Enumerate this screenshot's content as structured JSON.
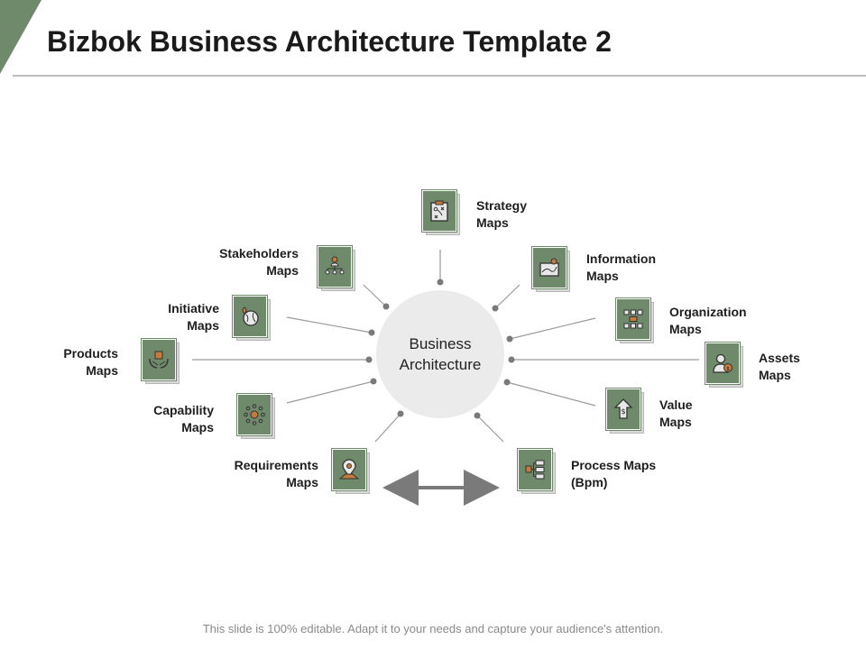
{
  "slide": {
    "title": "Bizbok Business Architecture Template 2",
    "footer": "This slide is 100% editable. Adapt it to your needs and capture your audience's attention.",
    "accent_color": "#6f8a6b",
    "hub_color": "#ebebeb",
    "connector_color": "#8c8c8c"
  },
  "hub": {
    "label": "Business\nArchitecture"
  },
  "nodes": [
    {
      "id": "strategy",
      "label": "Strategy\nMaps",
      "icon": "clipboard-strategy-icon"
    },
    {
      "id": "information",
      "label": "Information\nMaps",
      "icon": "map-pin-icon"
    },
    {
      "id": "organization",
      "label": "Organization\nMaps",
      "icon": "org-chart-icon"
    },
    {
      "id": "assets",
      "label": "Assets\nMaps",
      "icon": "person-dollar-icon"
    },
    {
      "id": "value",
      "label": "Value\nMaps",
      "icon": "dollar-phone-icon"
    },
    {
      "id": "process",
      "label": "Process Maps\n(Bpm)",
      "icon": "process-flow-icon"
    },
    {
      "id": "requirements",
      "label": "Requirements\nMaps",
      "icon": "location-pin-icon"
    },
    {
      "id": "capability",
      "label": "Capability\nMaps",
      "icon": "network-person-icon"
    },
    {
      "id": "products",
      "label": "Products\nMaps",
      "icon": "hands-box-icon"
    },
    {
      "id": "initiative",
      "label": "Initiative\nMaps",
      "icon": "globe-pin-icon"
    },
    {
      "id": "stakeholders",
      "label": "Stakeholders\nMaps",
      "icon": "people-hierarchy-icon"
    }
  ]
}
